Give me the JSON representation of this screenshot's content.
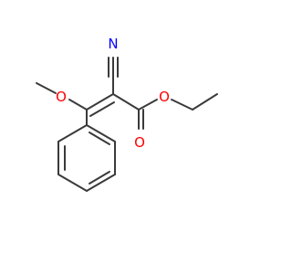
{
  "molecule": {
    "atoms": {
      "nitrile_n": {
        "label": "N",
        "color": "#0000ff"
      },
      "methoxy_o": {
        "label": "O",
        "color": "#ff0000"
      },
      "ester_o": {
        "label": "O",
        "color": "#ff0000"
      },
      "carbonyl_o": {
        "label": "O",
        "color": "#ff0000"
      }
    },
    "bond_color": "#3a3a3a"
  }
}
